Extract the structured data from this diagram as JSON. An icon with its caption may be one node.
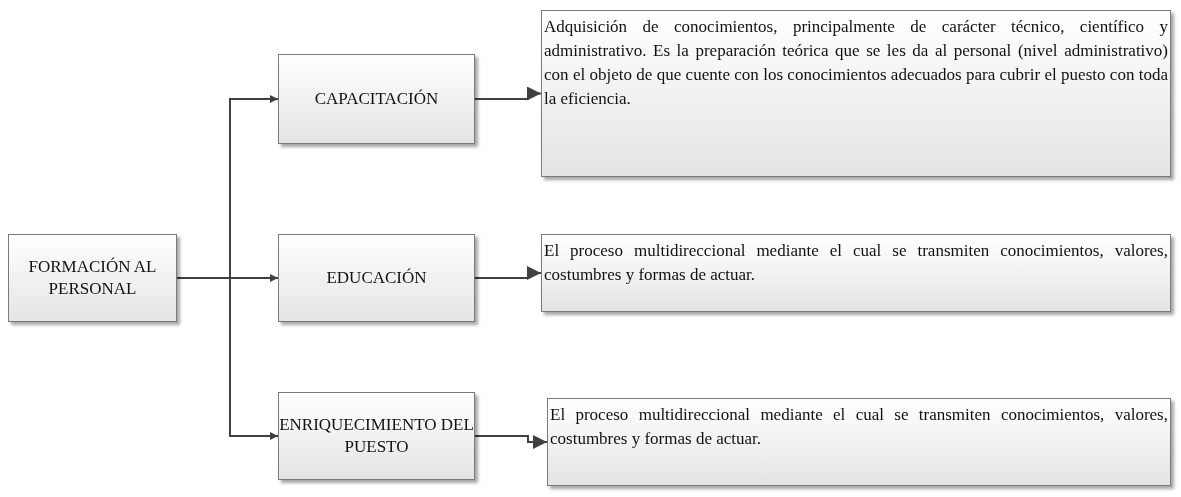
{
  "diagram": {
    "nodes": [
      {
        "text": [
          "FORMACIÓN AL PERSONAL"
        ]
      },
      {
        "text": [
          "CAPACITACIÓN"
        ]
      },
      {
        "text": [
          "EDUCACIÓN"
        ]
      },
      {
        "text": [
          "ENRIQUECIMIENTO DEL PUESTO"
        ]
      },
      {
        "text": [
          "Adquisición de conocimientos, principalmente de carácter técnico, científico y administrativo. Es la preparación teórica que se les da al personal (nivel administrativo) con el objeto de que cuente con los conocimientos adecuados para cubrir el puesto con toda la eficiencia."
        ]
      },
      {
        "text": [
          "El proceso multidireccional mediante el cual se transmiten conocimientos, valores, costumbres y formas de actuar."
        ]
      },
      {
        "text": [
          "El proceso multidireccional mediante el cual se transmiten conocimientos, valores, costumbres y formas de actuar."
        ]
      }
    ],
    "edges": [
      {
        "from": 0,
        "to": 1,
        "arrow": "to"
      },
      {
        "from": 0,
        "to": 2,
        "arrow": "to"
      },
      {
        "from": 0,
        "to": 3,
        "arrow": "to"
      },
      {
        "from": 1,
        "to": 4,
        "arrow": "to"
      },
      {
        "from": 2,
        "to": 5,
        "arrow": "to"
      },
      {
        "from": 3,
        "to": 6,
        "arrow": "to"
      }
    ]
  }
}
